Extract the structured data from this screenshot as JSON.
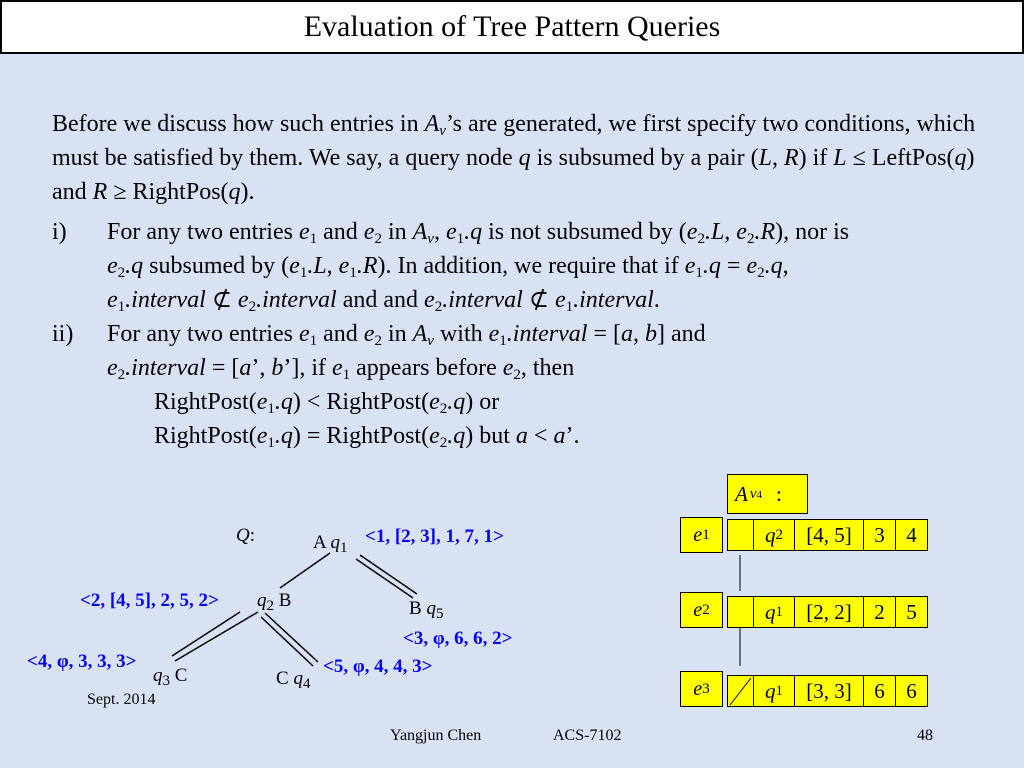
{
  "title": "Evaluation of Tree Pattern Queries",
  "intro": {
    "t1": "Before we discuss how such entries in ",
    "A": "A",
    "v": "v",
    "t2": "’s are generated, we first specify two conditions, which must be satisfied by them. We say, a query node ",
    "q": "q",
    "t3": " is subsumed by a pair (",
    "L": "L",
    "comma": ", ",
    "R": "R",
    "t4": ") if ",
    "L2": "L",
    "t5": " ≤ LeftPos(",
    "q2": "q",
    "t6": ") and ",
    "R2": "R",
    "t7": " ≥ RightPos(",
    "q3": "q",
    "t8": ")."
  },
  "items": [
    {
      "num": "i)"
    },
    {
      "num": "ii)"
    }
  ],
  "item_i": {
    "l1a": "For any two entries ",
    "l1b": " and ",
    "l1c": " in ",
    "l1d": ", ",
    "l1e": " is not subsumed by (",
    "l1f": ", ",
    "l1g": "), nor is",
    "l2a": " subsumed by (",
    "l2b": ", ",
    "l2c": "). In addition, we require that if ",
    "l2d": " = ",
    "l2e": ",",
    "l3a": " ⊄ ",
    "l3b": " and and ",
    "l3c": " ⊄ ",
    "l3d": "."
  },
  "item_ii": {
    "l1a": "For any two entries ",
    "l1b": " and ",
    "l1c": " in ",
    "l1d": " with ",
    "l1e": " = [",
    "l1f": ", ",
    "l1g": "] and",
    "l2a": " = [",
    "l2b": "’, ",
    "l2c": "’], if ",
    "l2d": " appears before ",
    "l2e": ", then",
    "l3a": "RightPost(",
    "l3b": ") < RightPost(",
    "l3c": ") or",
    "l4a": "RightPost(",
    "l4b": ") = RightPost(",
    "l4c": ") but ",
    "l4d": " < ",
    "l4e": "’."
  },
  "sym": {
    "e": "e",
    "one": "1",
    "two": "2",
    "A": "A",
    "v": "v",
    "dotq": ".q",
    "dotL": ".L",
    "dotR": ".R",
    "dotinterval": ".interval",
    "a": "a",
    "b": "b"
  },
  "tree": {
    "query_label": "Q",
    "colon": ":",
    "nodes": {
      "q1": {
        "tag": "A",
        "name": "q",
        "sub": "1",
        "tuple": "<1, [2, 3], 1, 7, 1>"
      },
      "q2": {
        "tag": "B",
        "name": "q",
        "sub": "2",
        "tuple": "<2, [4, 5], 2, 5, 2>"
      },
      "q5": {
        "tag": "B",
        "name": "q",
        "sub": "5",
        "tuple": "<3, φ, 6, 6, 2>"
      },
      "q3": {
        "tag": "C",
        "name": "q",
        "sub": "3",
        "tuple": "<4, φ, 3, 3, 3>"
      },
      "q4": {
        "tag": "C",
        "name": "q",
        "sub": "4",
        "tuple": "<5, φ, 4, 4, 3>"
      }
    }
  },
  "table": {
    "header": {
      "A": "A",
      "v": "v",
      "sub": "4",
      "colon": ":"
    },
    "rows": [
      {
        "label": "e",
        "label_sub": "1",
        "node": "q",
        "node_sub": "2",
        "interval": "[4, 5]",
        "c1": "3",
        "c2": "4"
      },
      {
        "label": "e",
        "label_sub": "2",
        "node": "q",
        "node_sub": "1",
        "interval": "[2, 2]",
        "c1": "2",
        "c2": "5"
      },
      {
        "label": "e",
        "label_sub": "3",
        "node": "q",
        "node_sub": "1",
        "interval": "[3, 3]",
        "c1": "6",
        "c2": "6"
      }
    ]
  },
  "footer": {
    "date": "Sept. 2014",
    "author": "Yangjun Chen",
    "course": "ACS-7102",
    "page": "48"
  },
  "colors": {
    "background": "#d9e2f3",
    "highlight": "#ffff00",
    "tuple_text": "#0000ff"
  }
}
